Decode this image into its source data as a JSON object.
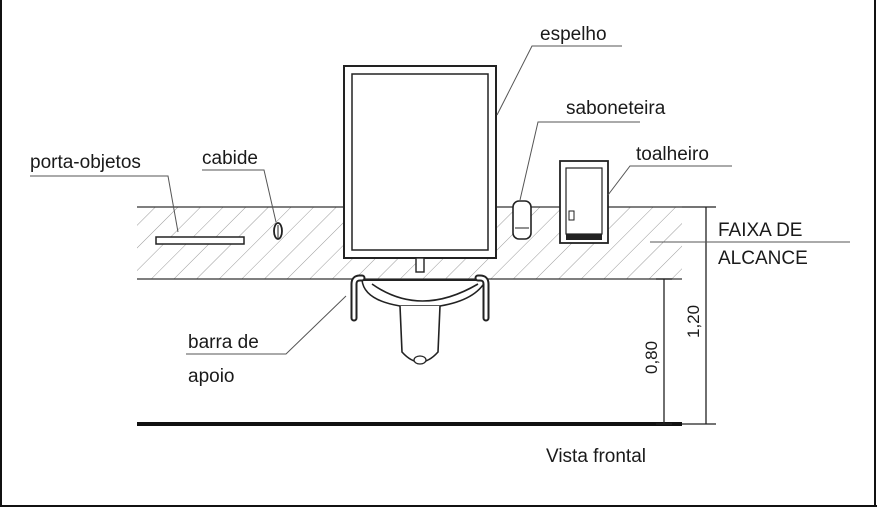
{
  "labels": {
    "espelho": "espelho",
    "saboneteira": "saboneteira",
    "toalheiro": "toalheiro",
    "porta_objetos": "porta-objetos",
    "cabide": "cabide",
    "faixa_line1": "FAIXA DE",
    "faixa_line2": "ALCANCE",
    "barra_line1": "barra de",
    "barra_line2": "apoio",
    "vista": "Vista frontal"
  },
  "dimensions": {
    "lower": "0,80",
    "upper": "1,20"
  }
}
